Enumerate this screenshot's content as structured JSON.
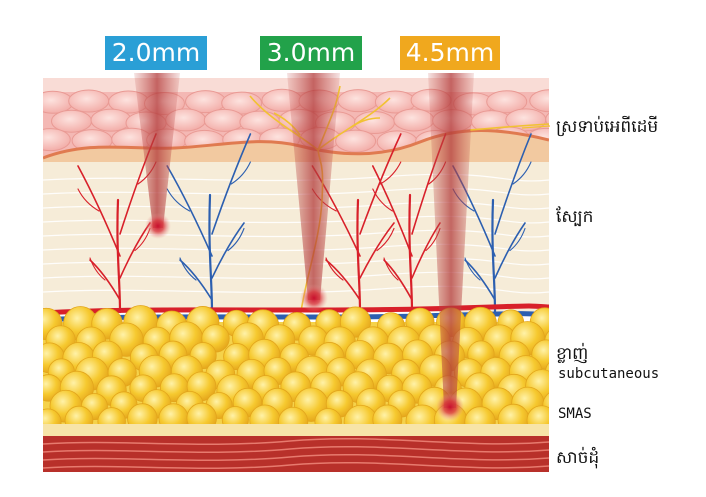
{
  "depth_badges": [
    {
      "label": "2.0mm",
      "color": "#2a9fd6"
    },
    {
      "label": "3.0mm",
      "color": "#22a24a"
    },
    {
      "label": "4.5mm",
      "color": "#f0a81e"
    }
  ],
  "layers": {
    "epidermis": "ស្រទាប់អេពីដេមី",
    "dermis": "ស្បែក",
    "fat": "ខ្លាញ់",
    "subcutaneous": "subcutaneous",
    "smas": "SMAS",
    "muscle": "សាច់ដុំ"
  },
  "colors": {
    "epidermis": "#f4b8b4",
    "dermis": "#f6ecd8",
    "fat": "#f3c22c",
    "muscle": "#b8302a",
    "artery": "#d8202a",
    "vein": "#2c5fb0",
    "nerve": "#f1c232",
    "beam": "#c0504d"
  }
}
